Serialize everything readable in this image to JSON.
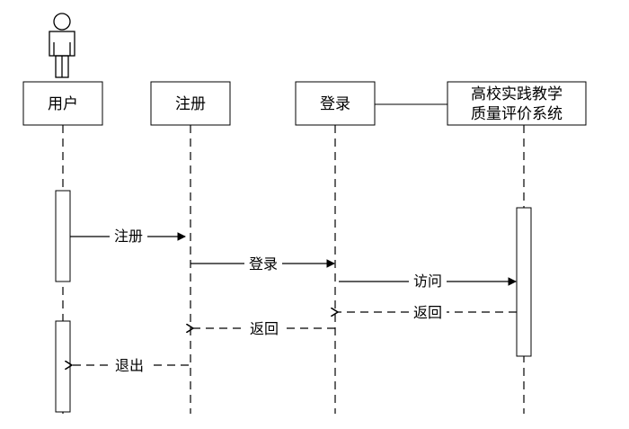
{
  "participants": {
    "user": {
      "label": "用户"
    },
    "register": {
      "label": "注册"
    },
    "login": {
      "label": "登录"
    },
    "system": {
      "label_line1": "高校实践教学",
      "label_line2": "质量评价系统"
    }
  },
  "messages": {
    "m1": "注册",
    "m2": "登录",
    "m3": "访问",
    "m4": "返回",
    "m5": "返回",
    "m6": "退出"
  }
}
